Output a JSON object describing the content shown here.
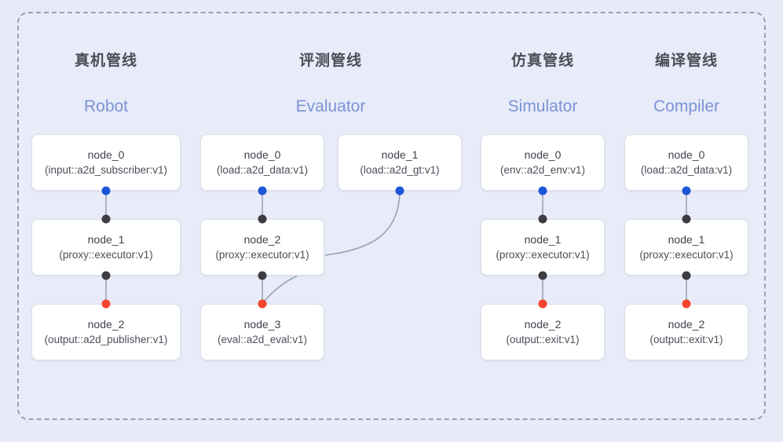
{
  "diagram": {
    "background_color": "#e7eaf7",
    "frame_border_color": "#9aa1ae",
    "accent_blue": "#1a56d6",
    "accent_red": "#f4442e",
    "port_dark": "#3c3c42",
    "subtitle_color": "#7b93d6",
    "title_color": "#4b4e57",
    "edge_color": "#9aa3b5"
  },
  "columns": [
    {
      "title": "真机管线",
      "subtitle": "Robot",
      "nodes": [
        {
          "id": "node_0",
          "type": "(input::a2d_subscriber:v1)"
        },
        {
          "id": "node_1",
          "type": "(proxy::executor:v1)"
        },
        {
          "id": "node_2",
          "type": "(output::a2d_publisher:v1)"
        }
      ]
    },
    {
      "title": "评测管线",
      "subtitle": "Evaluator",
      "nodes": [
        {
          "id": "node_0",
          "type": "(load::a2d_data:v1)"
        },
        {
          "id": "node_1",
          "type": "(load::a2d_gt:v1)"
        },
        {
          "id": "node_2",
          "type": "(proxy::executor:v1)"
        },
        {
          "id": "node_3",
          "type": "(eval::a2d_eval:v1)"
        }
      ]
    },
    {
      "title": "仿真管线",
      "subtitle": "Simulator",
      "nodes": [
        {
          "id": "node_0",
          "type": "(env::a2d_env:v1)"
        },
        {
          "id": "node_1",
          "type": "(proxy::executor:v1)"
        },
        {
          "id": "node_2",
          "type": "(output::exit:v1)"
        }
      ]
    },
    {
      "title": "编译管线",
      "subtitle": "Compiler",
      "nodes": [
        {
          "id": "node_0",
          "type": "(load::a2d_data:v1)"
        },
        {
          "id": "node_1",
          "type": "(proxy::executor:v1)"
        },
        {
          "id": "node_2",
          "type": "(output::exit:v1)"
        }
      ]
    }
  ]
}
